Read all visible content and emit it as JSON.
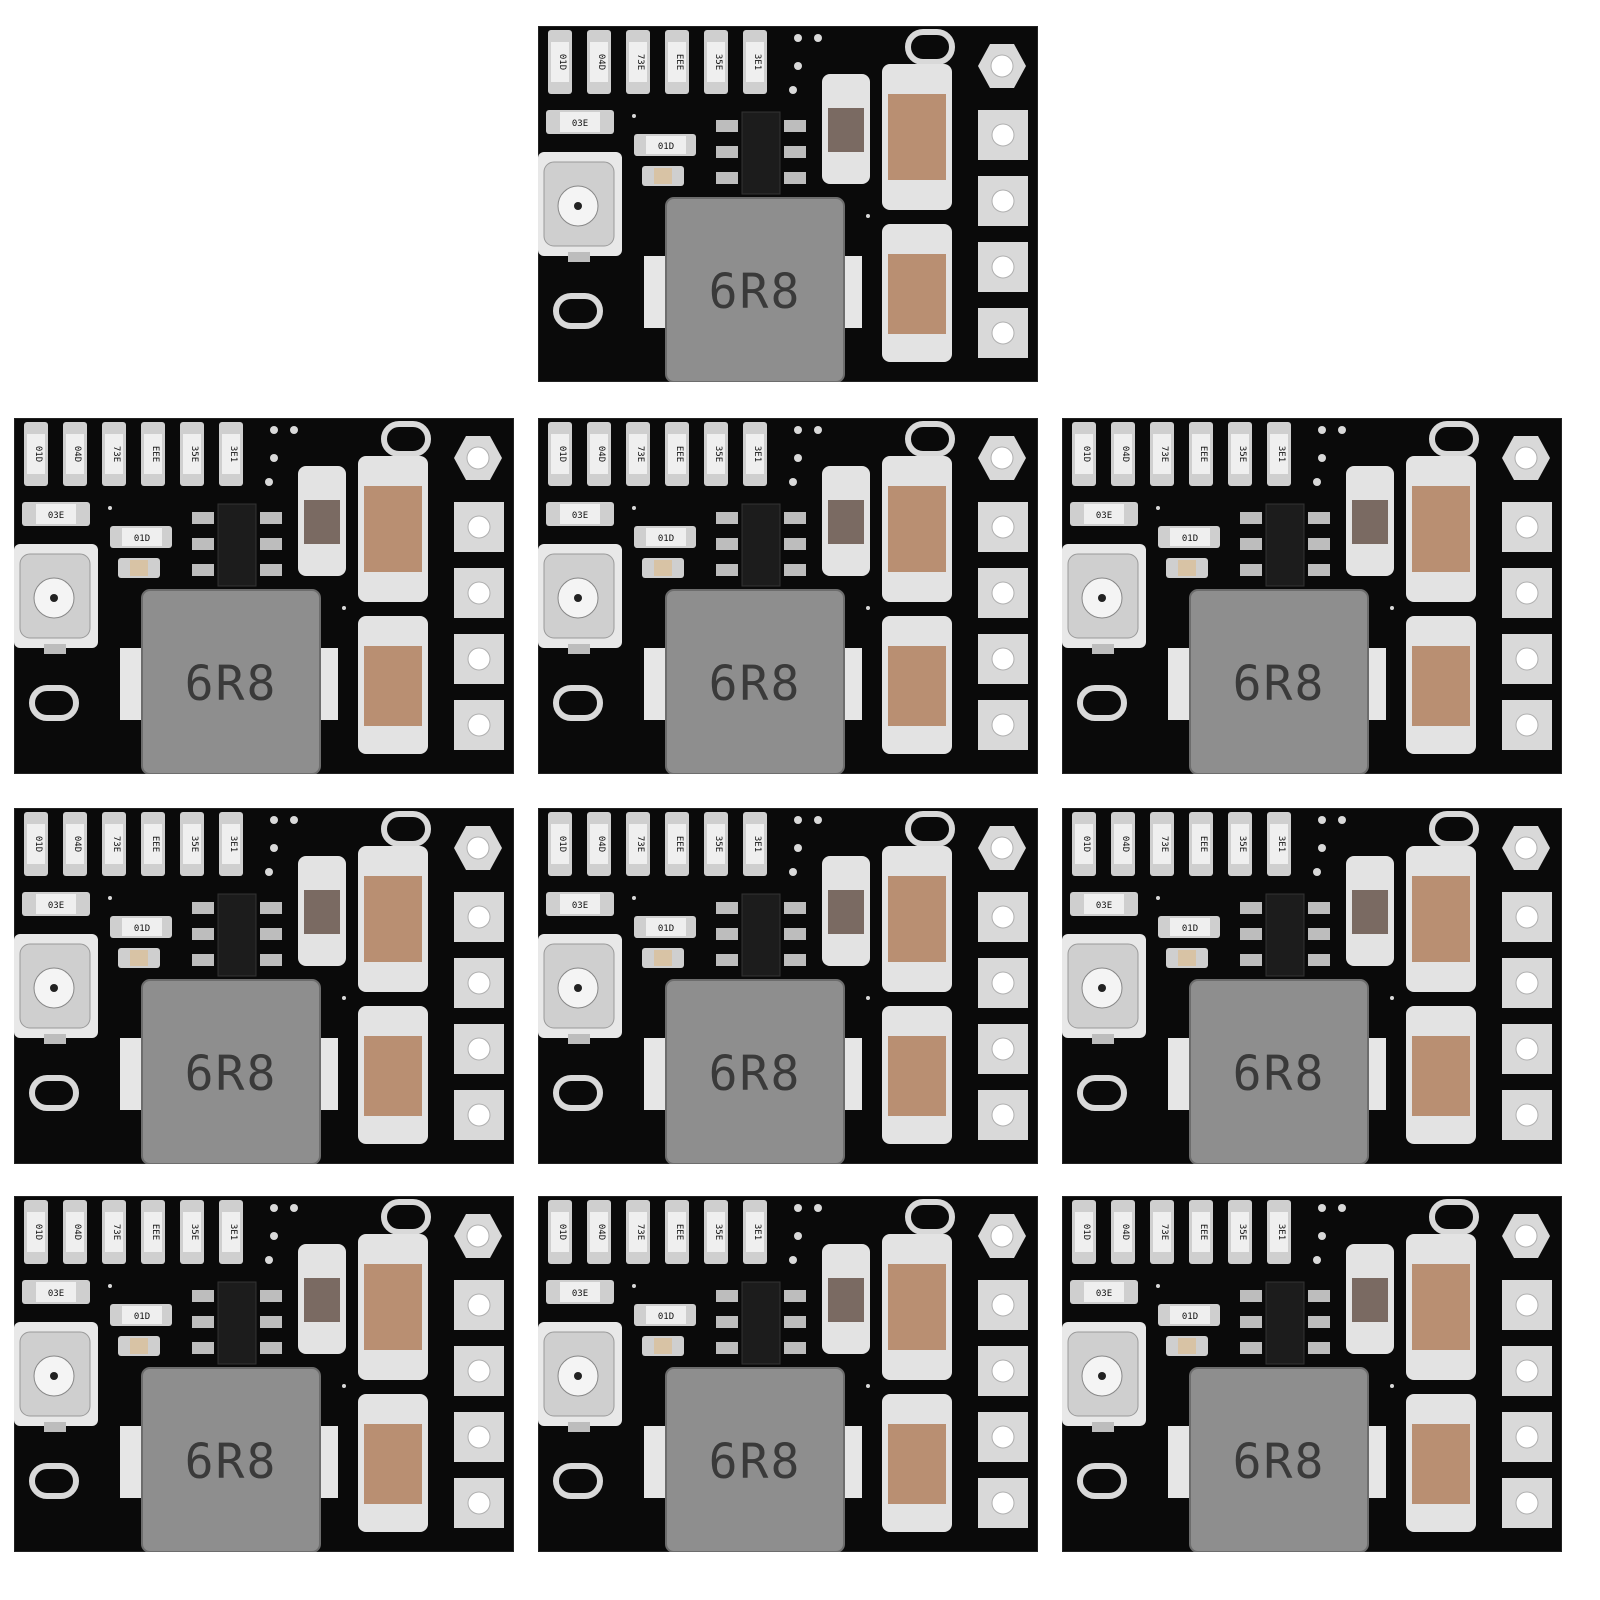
{
  "image": {
    "inductor_marking": "6R8",
    "resistor_markings": [
      "01D",
      "04D",
      "73E",
      "EEE",
      "35E",
      "3E1"
    ],
    "small_resistor_marking": "03E",
    "diode_marking": "01D",
    "colors": {
      "background": "#ffffff",
      "pcb": "#0a0a0a",
      "pad_silver": "#d9d9d9",
      "inductor_gray": "#8e8e8e",
      "capacitor_tan": "#b98f72",
      "capacitor_small": "#7a6a62"
    }
  },
  "boards": [
    {
      "id": "board-1"
    },
    {
      "id": "board-2"
    },
    {
      "id": "board-3"
    },
    {
      "id": "board-4"
    },
    {
      "id": "board-5"
    },
    {
      "id": "board-6"
    },
    {
      "id": "board-7"
    },
    {
      "id": "board-8"
    },
    {
      "id": "board-9"
    },
    {
      "id": "board-10"
    }
  ]
}
